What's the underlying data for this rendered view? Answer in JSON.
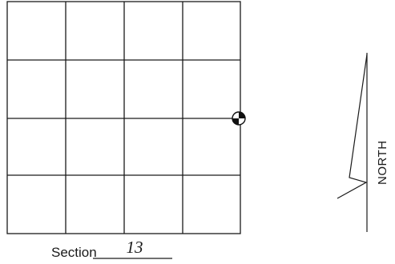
{
  "section": {
    "label": "Section",
    "number": "13"
  },
  "grid": {
    "rows": 4,
    "columns": 4
  },
  "north_arrow": {
    "label": "NORTH"
  },
  "colors": {
    "line": "#1a1a1a",
    "marker_fill": "#111111",
    "marker_background": "#ffffff"
  }
}
